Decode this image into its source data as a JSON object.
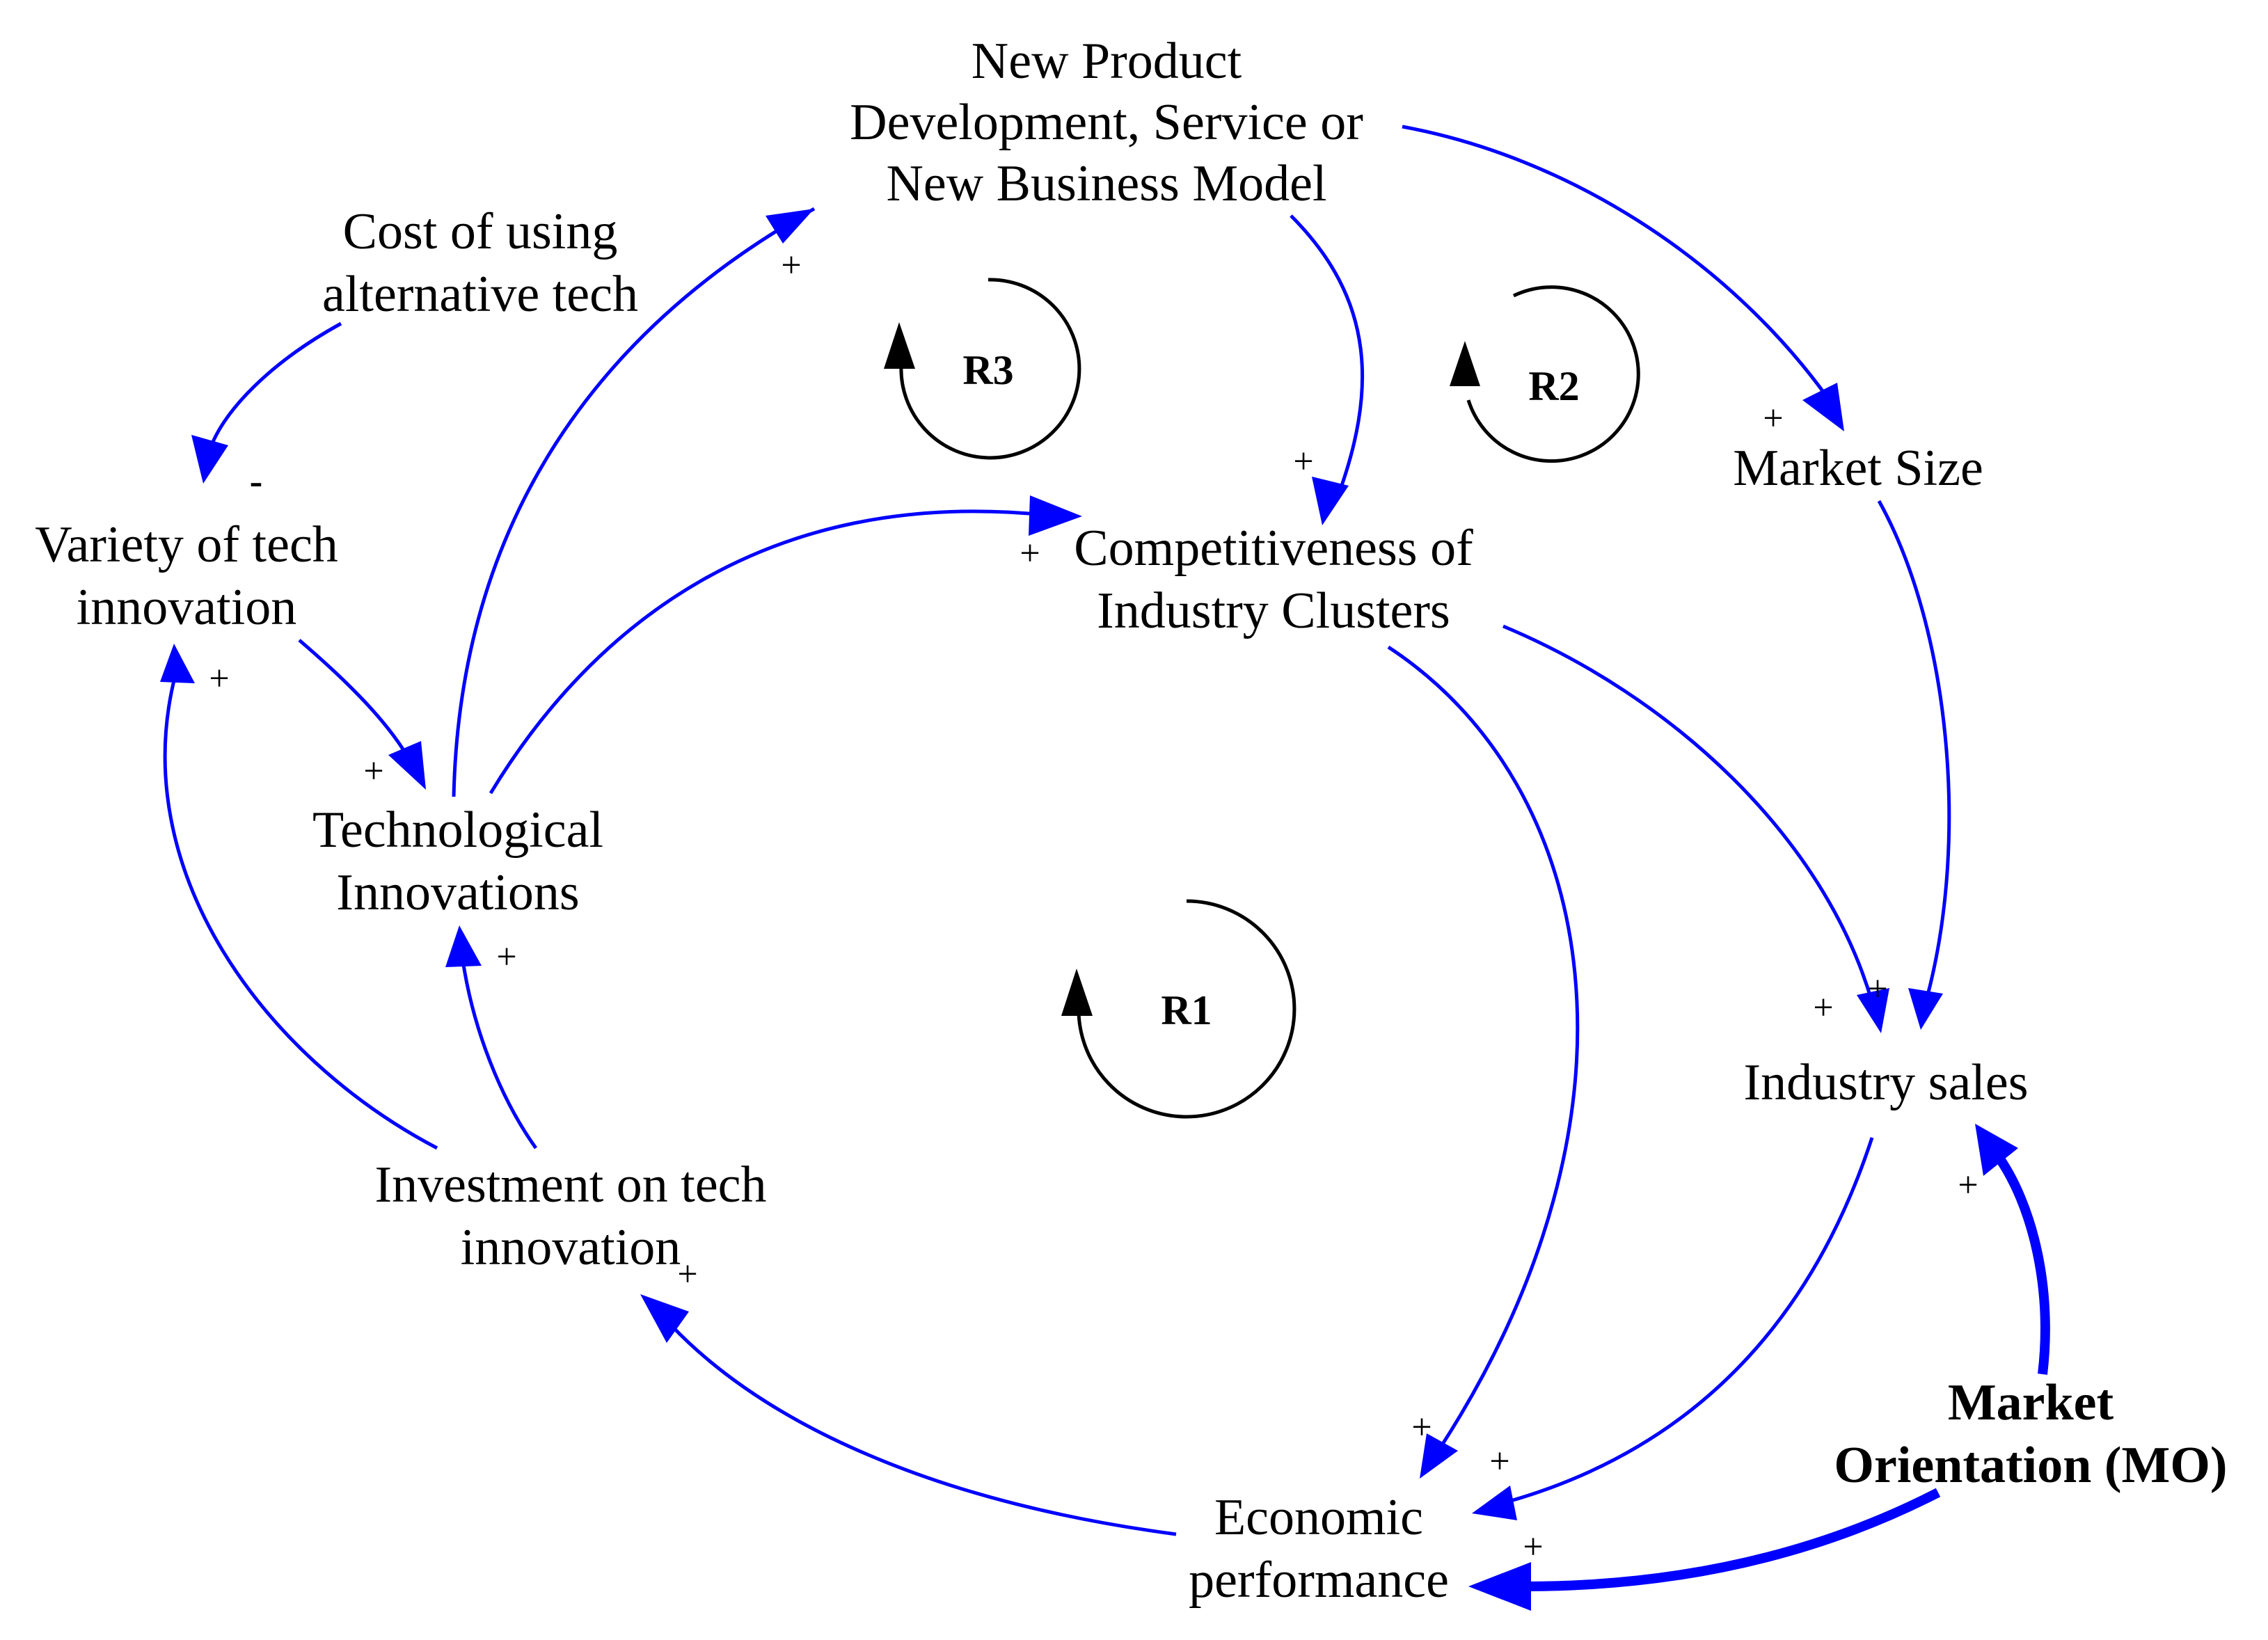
{
  "diagram": {
    "type": "causal-loop",
    "colors": {
      "link": "#0000ff",
      "loop": "#000000",
      "text": "#000000"
    },
    "nodes": {
      "new_product": [
        "New Product",
        "Development, Service or",
        "New Business Model"
      ],
      "cost_alt_tech": [
        "Cost of using",
        "alternative tech"
      ],
      "variety": [
        "Variety of tech",
        "innovation"
      ],
      "tech_innovations": [
        "Technological",
        "Innovations"
      ],
      "competitiveness": [
        "Competitiveness of",
        "Industry Clusters"
      ],
      "market_size": [
        "Market Size"
      ],
      "industry_sales": [
        "Industry sales"
      ],
      "investment": [
        "Investment on tech",
        "innovation"
      ],
      "economic_performance": [
        "Economic",
        "performance"
      ],
      "market_orientation": [
        "Market",
        "Orientation (MO)"
      ]
    },
    "loops": {
      "r1": "R1",
      "r2": "R2",
      "r3": "R3"
    },
    "polarity": {
      "plus": "+",
      "minus": "-"
    },
    "links": [
      {
        "from": "Technological Innovations",
        "to": "New Product Development, Service or New Business Model",
        "polarity": "+"
      },
      {
        "from": "Technological Innovations",
        "to": "Competitiveness of Industry Clusters",
        "polarity": "+"
      },
      {
        "from": "New Product Development, Service or New Business Model",
        "to": "Competitiveness of Industry Clusters",
        "polarity": "+"
      },
      {
        "from": "New Product Development, Service or New Business Model",
        "to": "Market Size",
        "polarity": "+"
      },
      {
        "from": "Cost of using alternative tech",
        "to": "Variety of tech innovation",
        "polarity": "-"
      },
      {
        "from": "Variety of tech innovation",
        "to": "Technological Innovations",
        "polarity": "+"
      },
      {
        "from": "Investment on tech innovation",
        "to": "Variety of tech innovation",
        "polarity": "+"
      },
      {
        "from": "Investment on tech innovation",
        "to": "Technological Innovations",
        "polarity": "+"
      },
      {
        "from": "Market Size",
        "to": "Industry sales",
        "polarity": "+"
      },
      {
        "from": "Competitiveness of Industry Clusters",
        "to": "Industry sales",
        "polarity": "+"
      },
      {
        "from": "Competitiveness of Industry Clusters",
        "to": "Economic performance",
        "polarity": "+"
      },
      {
        "from": "Industry sales",
        "to": "Economic performance",
        "polarity": "+"
      },
      {
        "from": "Market Orientation (MO)",
        "to": "Industry sales",
        "polarity": "+"
      },
      {
        "from": "Market Orientation (MO)",
        "to": "Economic performance",
        "polarity": "+"
      },
      {
        "from": "Economic performance",
        "to": "Investment on tech innovation",
        "polarity": "+"
      }
    ]
  }
}
